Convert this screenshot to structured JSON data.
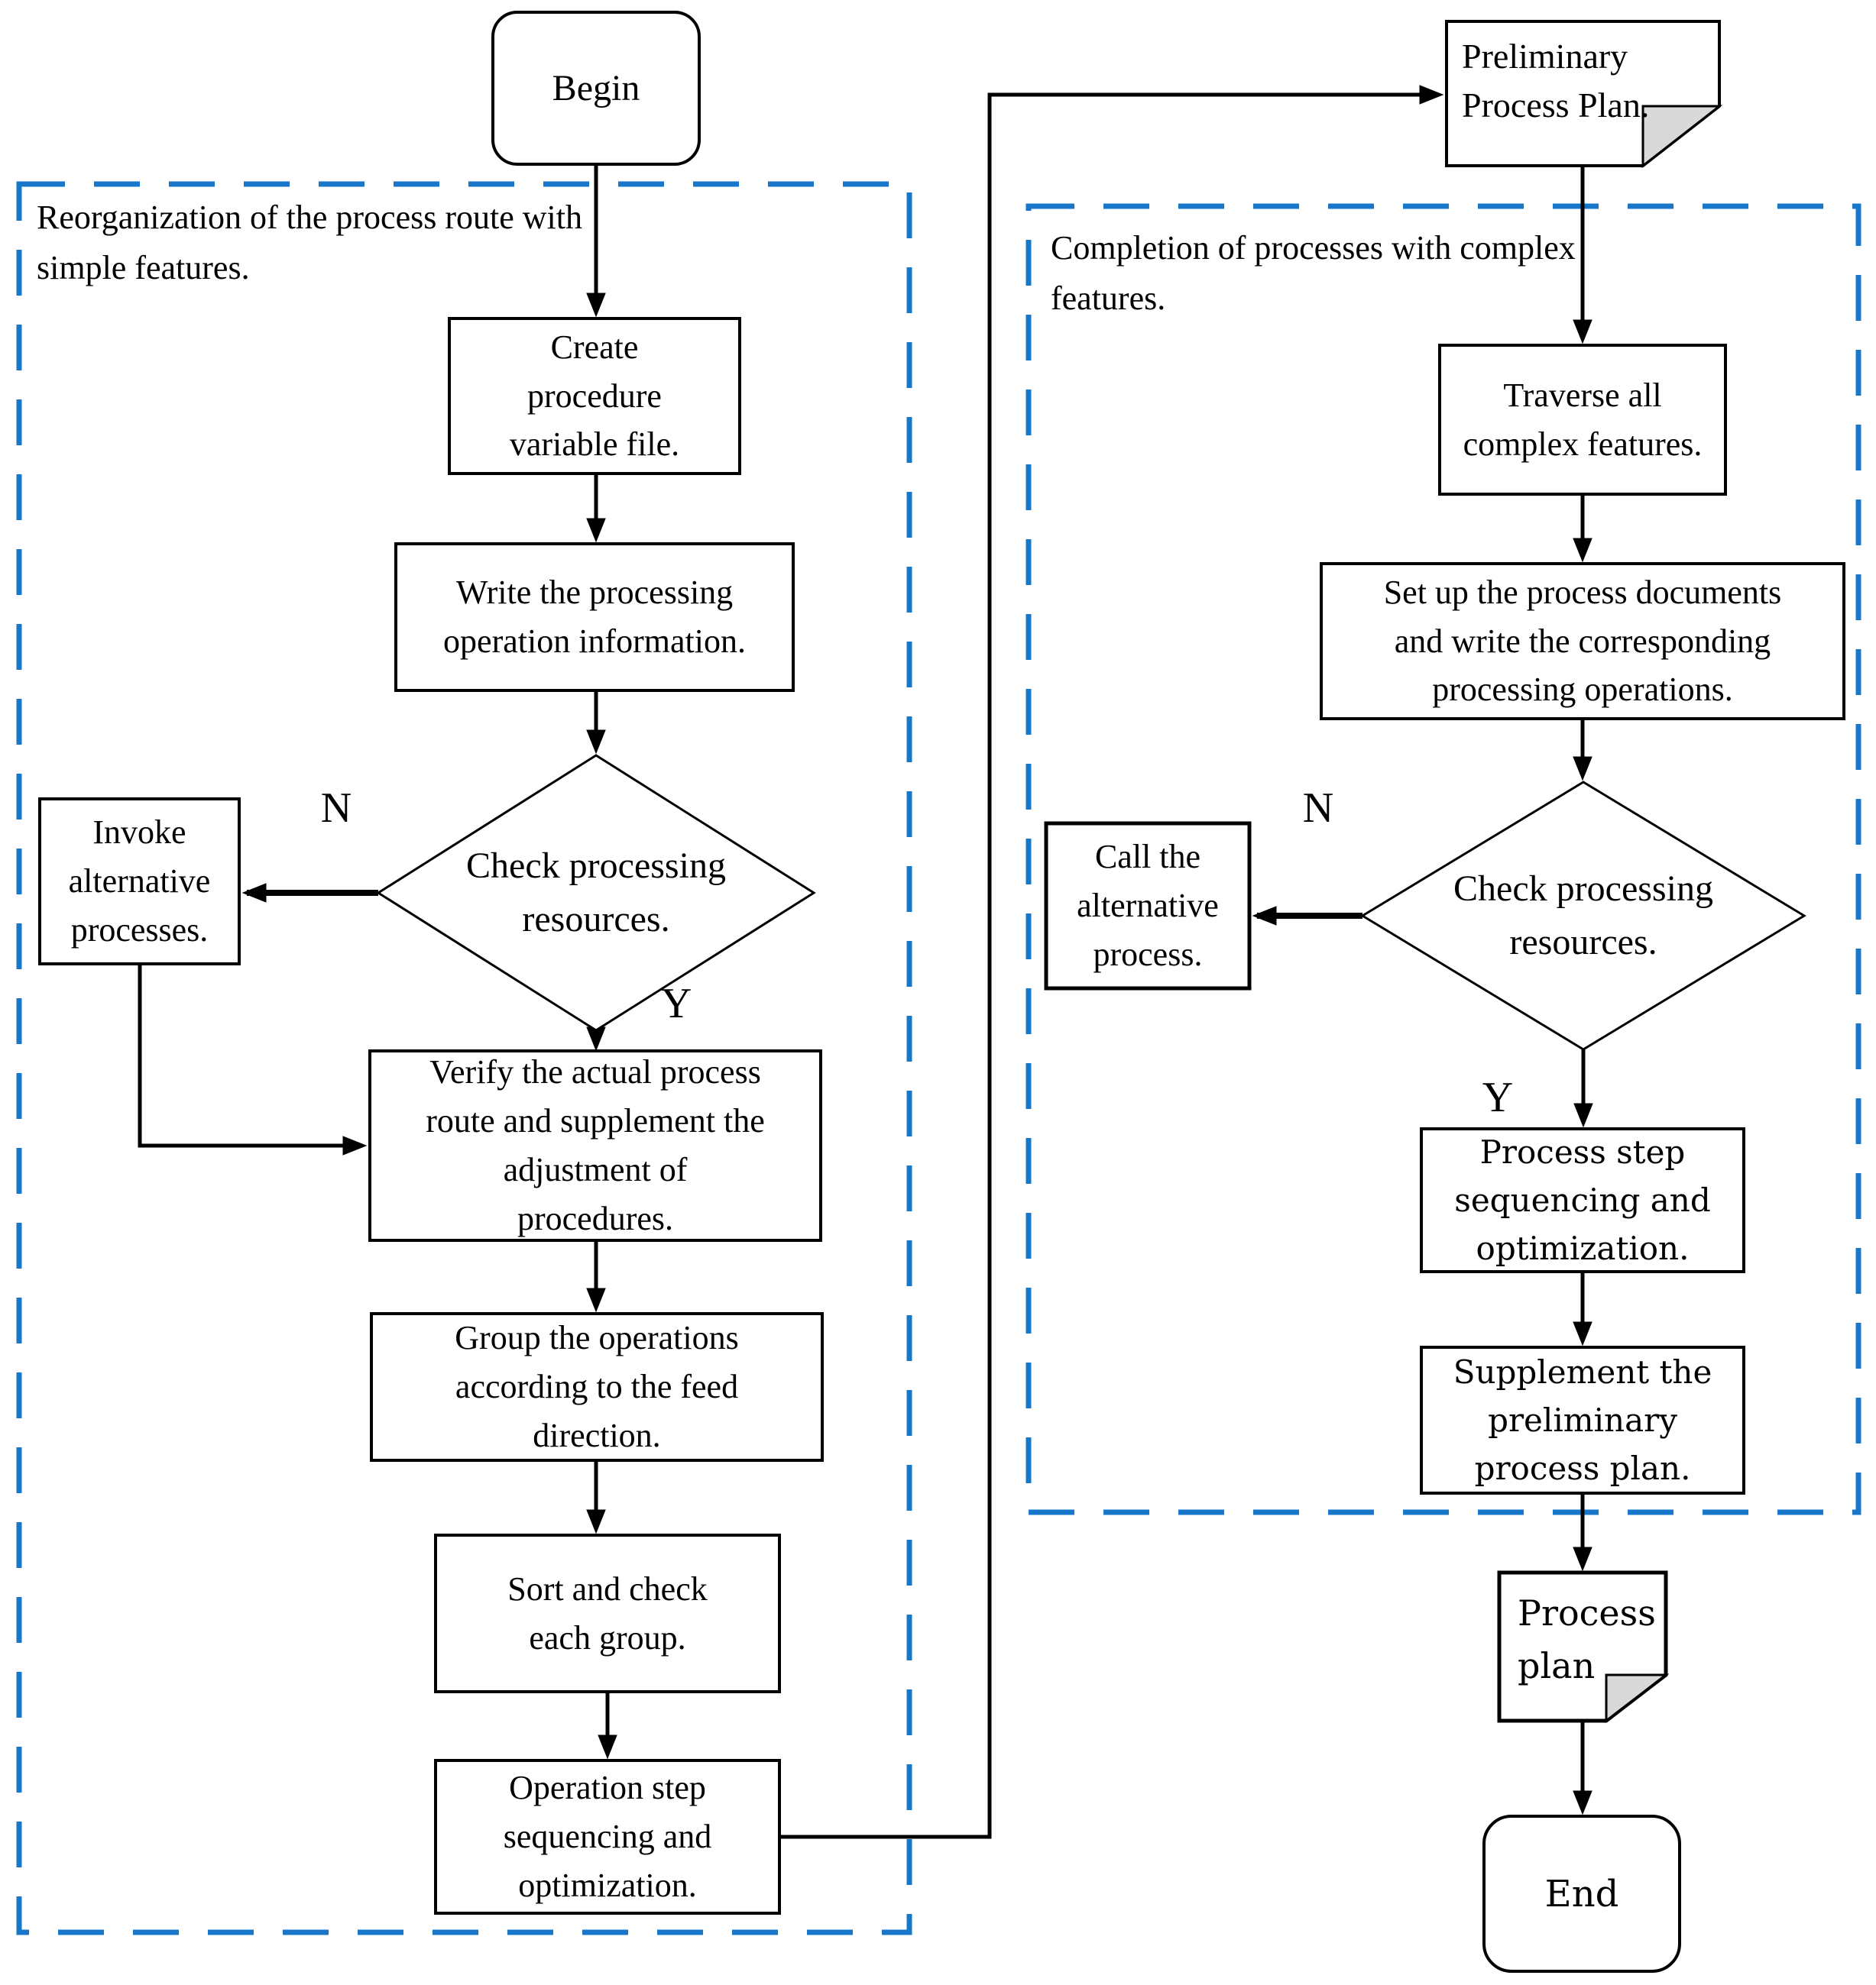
{
  "figure": {
    "regions": {
      "left": {
        "title": "Reorganization of the process route with\nsimple features."
      },
      "right": {
        "title": "Completion of processes with complex\nfeatures."
      }
    },
    "nodes": {
      "begin": {
        "type": "terminator",
        "label": "Begin"
      },
      "create": {
        "type": "process",
        "label": "Create\nprocedure\nvariable file."
      },
      "write": {
        "type": "process",
        "label": "Write the processing\noperation information."
      },
      "check1": {
        "type": "decision",
        "label": "Check processing\nresources."
      },
      "invoke": {
        "type": "process",
        "label": "Invoke\nalternative\nprocesses."
      },
      "verify": {
        "type": "process",
        "label": "Verify the actual process\nroute and supplement the\nadjustment of\nprocedures."
      },
      "group": {
        "type": "process",
        "label": "Group the operations\naccording to the feed\ndirection."
      },
      "sort": {
        "type": "process",
        "label": "Sort and check\neach group."
      },
      "operation": {
        "type": "process",
        "label": "Operation step\nsequencing and\noptimization."
      },
      "prelim_doc": {
        "type": "document",
        "label": "Preliminary\nProcess Plan."
      },
      "traverse": {
        "type": "process",
        "label": "Traverse all\ncomplex features."
      },
      "setup": {
        "type": "process",
        "label": "Set up the process documents\nand write the corresponding\nprocessing operations."
      },
      "check2": {
        "type": "decision",
        "label": "Check processing\nresources."
      },
      "call": {
        "type": "process",
        "label": "Call the\nalternative\nprocess."
      },
      "pstep": {
        "type": "process",
        "label": "Process step\nsequencing and\noptimization."
      },
      "supplement": {
        "type": "process",
        "label": "Supplement the\npreliminary\nprocess plan."
      },
      "plan_doc": {
        "type": "document",
        "label": "Process\nplan"
      },
      "end": {
        "type": "terminator",
        "label": "End"
      }
    },
    "branch_labels": {
      "n1": "N",
      "y1": "Y",
      "n2": "N",
      "y2": "Y"
    },
    "colors": {
      "region_border": "#1877C9",
      "line": "#000000",
      "fold_fill": "#D9D9D9",
      "background": "#FFFFFF"
    }
  }
}
